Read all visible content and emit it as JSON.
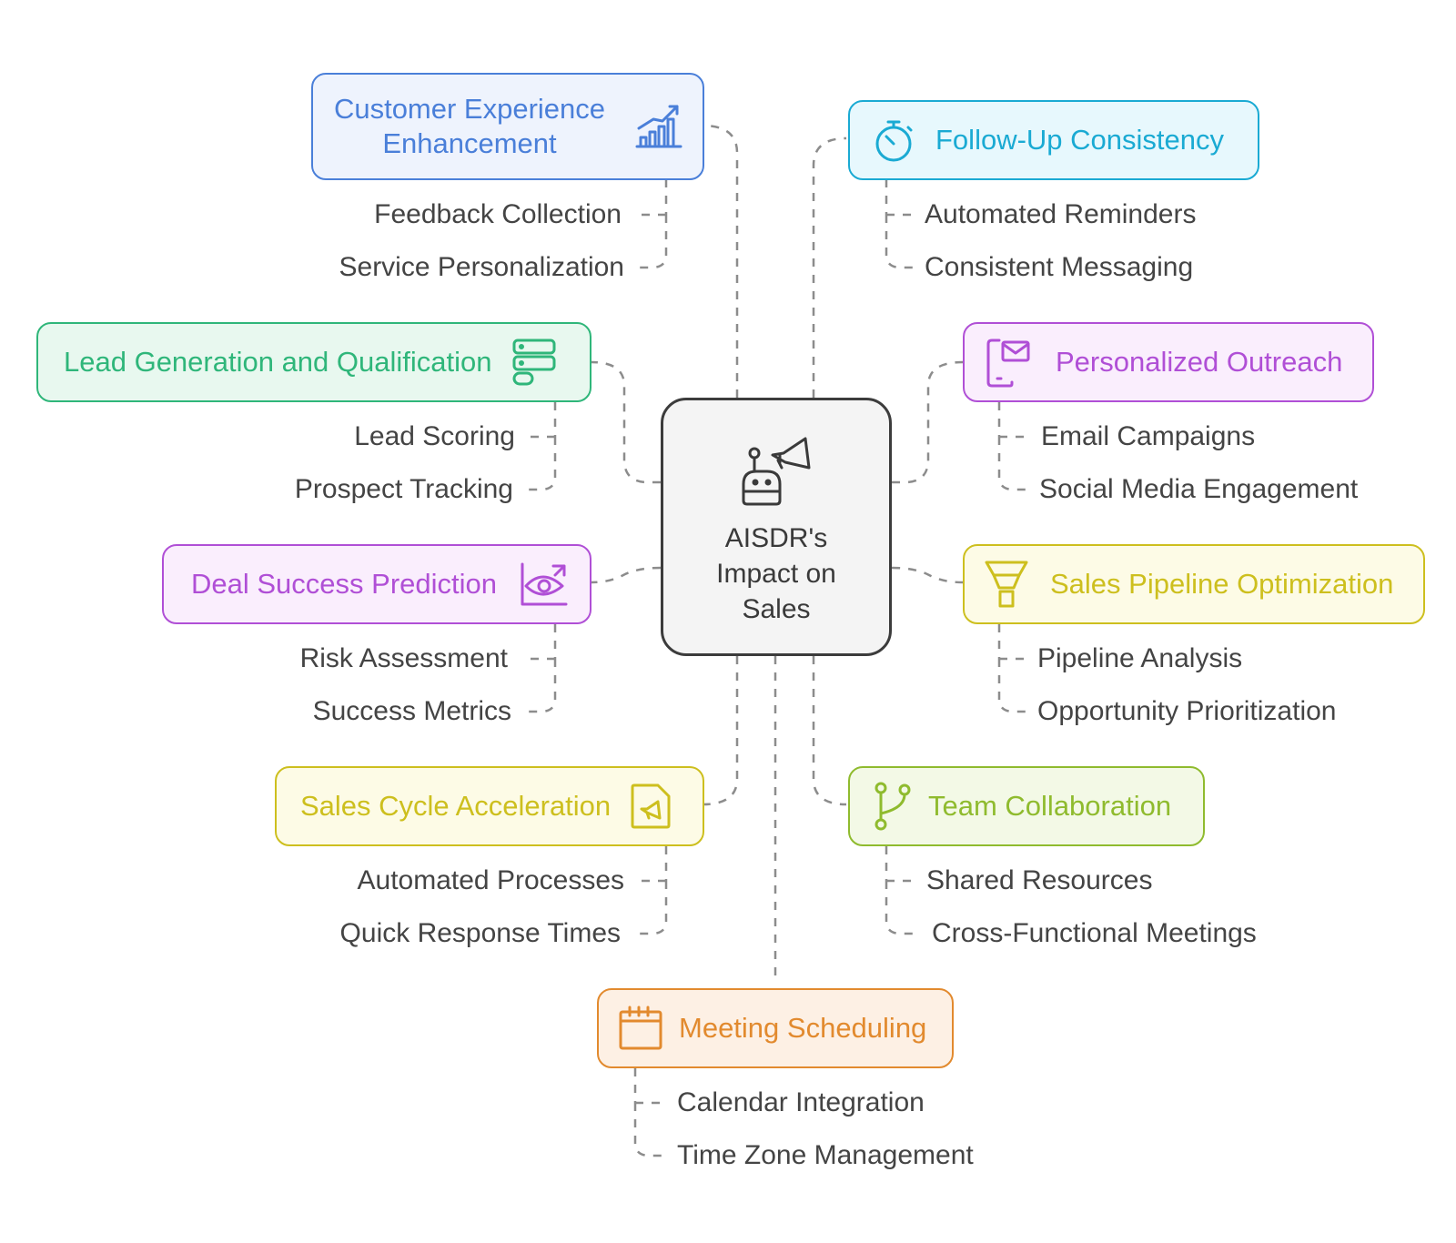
{
  "center": {
    "title": "AISDR's Impact on Sales",
    "icon": "robot-megaphone-icon"
  },
  "branches": [
    {
      "id": "customer-experience",
      "label": "Customer Experience Enhancement",
      "icon": "growth-chart-icon",
      "color": "#4a7fd9",
      "fill": "#eef3fd",
      "items": [
        "Feedback Collection",
        "Service Personalization"
      ]
    },
    {
      "id": "follow-up",
      "label": "Follow-Up Consistency",
      "icon": "stopwatch-icon",
      "color": "#1aaad3",
      "fill": "#e7f8fd",
      "items": [
        "Automated Reminders",
        "Consistent Messaging"
      ]
    },
    {
      "id": "lead-generation",
      "label": "Lead Generation and Qualification",
      "icon": "database-icon",
      "color": "#2fb67a",
      "fill": "#e8f8ef",
      "items": [
        "Lead Scoring",
        "Prospect Tracking"
      ]
    },
    {
      "id": "personalized-outreach",
      "label": "Personalized Outreach",
      "icon": "mobile-mail-icon",
      "color": "#b04fd6",
      "fill": "#faeefd",
      "items": [
        "Email Campaigns",
        "Social Media Engagement"
      ]
    },
    {
      "id": "deal-success",
      "label": "Deal Success Prediction",
      "icon": "eye-chart-icon",
      "color": "#b04fd6",
      "fill": "#faeefd",
      "items": [
        "Risk Assessment",
        "Success Metrics"
      ]
    },
    {
      "id": "pipeline",
      "label": "Sales Pipeline Optimization",
      "icon": "funnel-icon",
      "color": "#cdbf1e",
      "fill": "#fdfbe6",
      "items": [
        "Pipeline Analysis",
        "Opportunity Prioritization"
      ]
    },
    {
      "id": "sales-cycle",
      "label": "Sales Cycle Acceleration",
      "icon": "megaphone-doc-icon",
      "color": "#cdbf1e",
      "fill": "#fdfbe6",
      "items": [
        "Automated Processes",
        "Quick Response Times"
      ]
    },
    {
      "id": "team-collaboration",
      "label": "Team Collaboration",
      "icon": "git-branch-icon",
      "color": "#8fbb2e",
      "fill": "#f3f9e6",
      "items": [
        "Shared Resources",
        "Cross-Functional Meetings"
      ]
    },
    {
      "id": "meeting-scheduling",
      "label": "Meeting Scheduling",
      "icon": "calendar-icon",
      "color": "#e28a2e",
      "fill": "#fdf0e4",
      "items": [
        "Calendar Integration",
        "Time Zone Management"
      ]
    }
  ]
}
